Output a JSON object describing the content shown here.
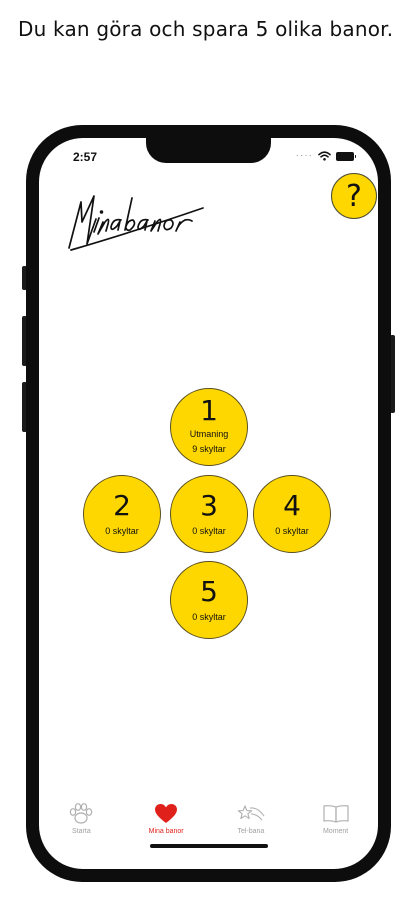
{
  "caption": "Du kan göra och spara 5 olika banor.",
  "status_bar": {
    "time": "2:57",
    "signal_dots": "····"
  },
  "header": {
    "title_logo": "Mina banor",
    "help_label": "?"
  },
  "courses": [
    {
      "number": "1",
      "name": "Utmaning",
      "signs": "9 skyltar"
    },
    {
      "number": "2",
      "name": "",
      "signs": "0 skyltar"
    },
    {
      "number": "3",
      "name": "",
      "signs": "0 skyltar"
    },
    {
      "number": "4",
      "name": "",
      "signs": "0 skyltar"
    },
    {
      "number": "5",
      "name": "",
      "signs": "0 skyltar"
    }
  ],
  "tabs": [
    {
      "label": "Starta",
      "icon": "paw-icon",
      "active": false
    },
    {
      "label": "Mina banor",
      "icon": "heart-icon",
      "active": true
    },
    {
      "label": "Tel-bana",
      "icon": "shooting-star-icon",
      "active": false
    },
    {
      "label": "Moment",
      "icon": "book-icon",
      "active": false
    }
  ],
  "colors": {
    "accent_yellow": "#fed700",
    "active_tab": "#e0211b",
    "inactive_tab": "#a0a0a0"
  }
}
